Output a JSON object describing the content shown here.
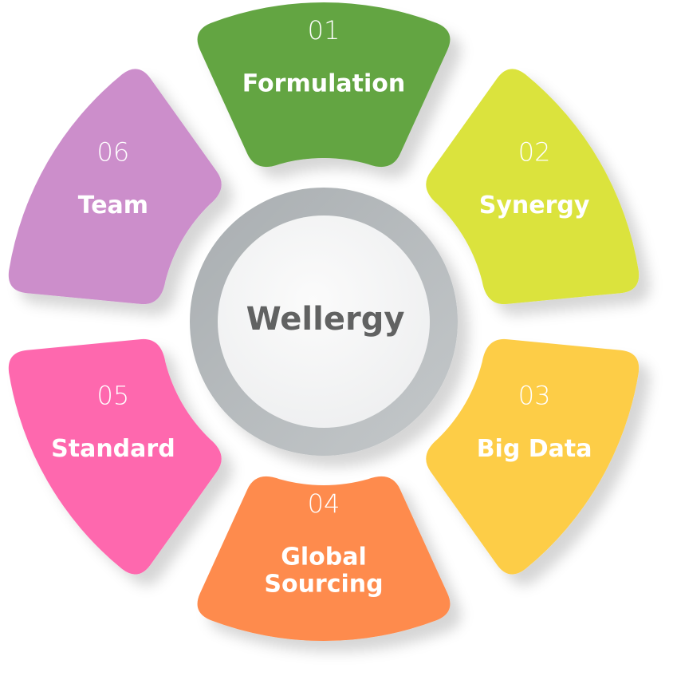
{
  "center": {
    "label": "Wellergy",
    "ring_color": "#b9bdbf",
    "inner_color": "#f6f7f7",
    "text_color": "#616262"
  },
  "segments": [
    {
      "number": "01",
      "label": [
        "Formulation"
      ],
      "color": "#63a543"
    },
    {
      "number": "02",
      "label": [
        "Synergy"
      ],
      "color": "#dbe33c"
    },
    {
      "number": "03",
      "label": [
        "Big Data"
      ],
      "color": "#fdcd47"
    },
    {
      "number": "04",
      "label": [
        "Global",
        "Sourcing"
      ],
      "color": "#fe8b4d"
    },
    {
      "number": "05",
      "label": [
        "Standard"
      ],
      "color": "#fe67ae"
    },
    {
      "number": "06",
      "label": [
        "Team"
      ],
      "color": "#cc8ecb"
    }
  ]
}
